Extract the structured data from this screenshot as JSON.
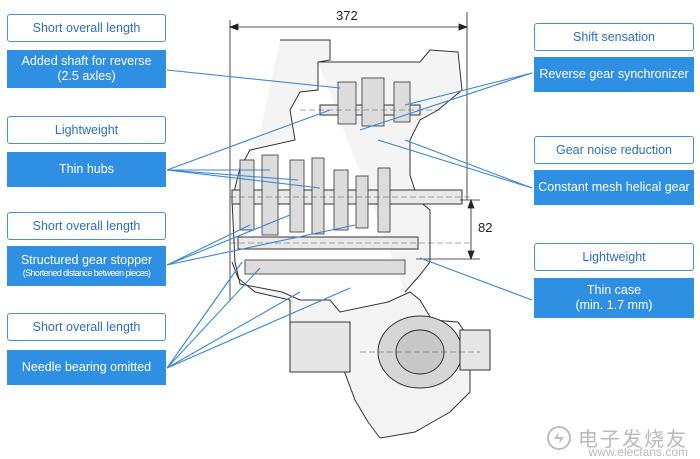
{
  "dimensions": {
    "width_label": "372",
    "height_label": "82"
  },
  "labels_left": [
    {
      "text": "Short overall length",
      "style": "outline"
    },
    {
      "text": "Added shaft for reverse",
      "sub": "(2.5 axles)",
      "style": "filled"
    },
    {
      "text": "Lightweight",
      "style": "outline"
    },
    {
      "text": "Thin hubs",
      "style": "filled"
    },
    {
      "text": "Short overall length",
      "style": "outline"
    },
    {
      "text": "Structured gear stopper",
      "sub": "(Shortened distance between pieces)",
      "style": "filled"
    },
    {
      "text": "Short overall length",
      "style": "outline"
    },
    {
      "text": "Needle bearing omitted",
      "style": "filled"
    }
  ],
  "labels_right": [
    {
      "text": "Shift sensation",
      "style": "outline"
    },
    {
      "text": "Reverse gear synchronizer",
      "style": "filled"
    },
    {
      "text": "Gear noise reduction",
      "style": "outline"
    },
    {
      "text": "Constant mesh helical gear",
      "style": "filled"
    },
    {
      "text": "Lightweight",
      "style": "outline"
    },
    {
      "text": "Thin case",
      "sub": "(min. 1.7 mm)",
      "style": "filled"
    }
  ],
  "watermark": {
    "chinese": "电子发烧友",
    "url": "www.elecfans.com"
  },
  "colors": {
    "accent": "#2f8fe3",
    "outline": "#4a8fd6",
    "leader": "#3b86d4"
  }
}
